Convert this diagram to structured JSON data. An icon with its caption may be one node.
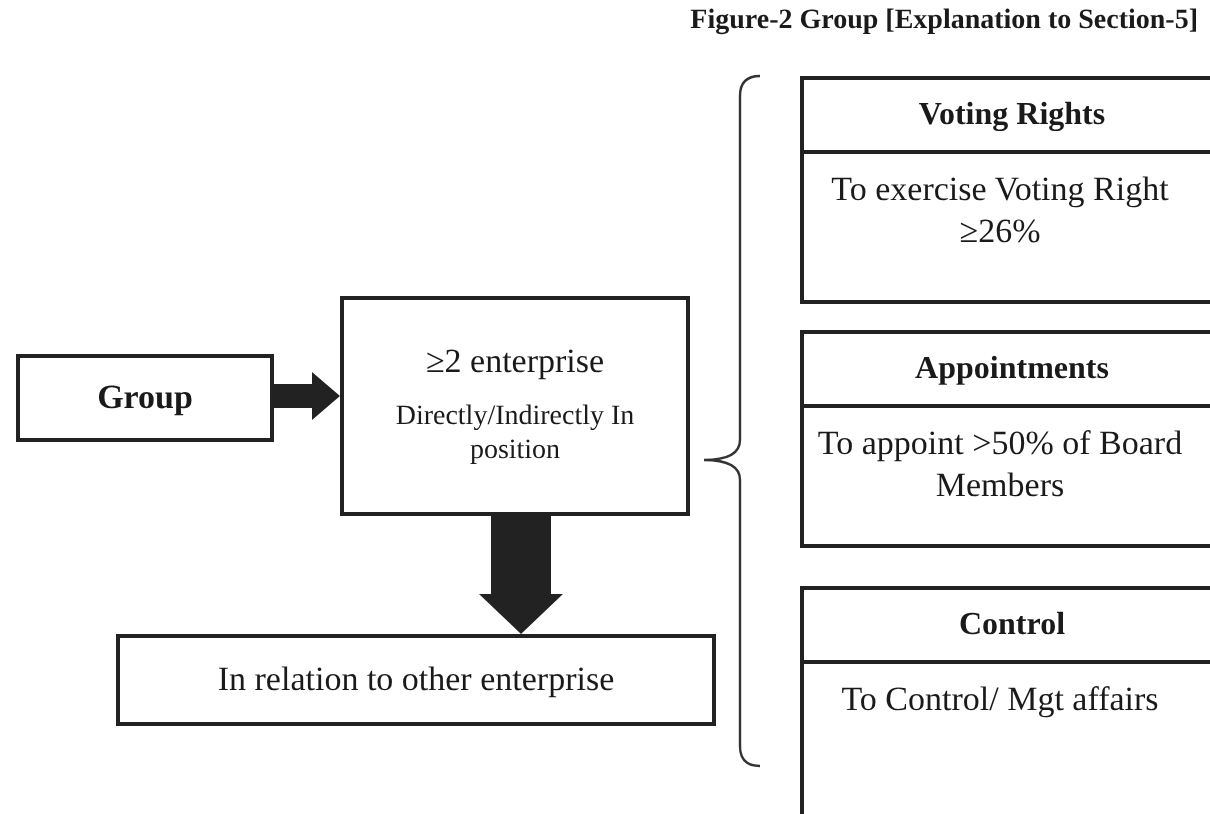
{
  "diagram": {
    "title": "Figure-2 Group [Explanation to Section-5]",
    "nodes": [
      {
        "text": [
          "Group"
        ]
      },
      {
        "text": [
          "≥2 enterprise",
          "Directly/Indirectly In position"
        ]
      },
      {
        "text": [
          "In relation to other enterprise"
        ]
      },
      {
        "text": [
          "Voting Rights",
          "To exercise Voting Right ≥26%"
        ]
      },
      {
        "text": [
          "Appointments",
          "To appoint >50% of Board Members"
        ]
      },
      {
        "text": [
          "Control",
          "To Control/ Mgt affairs"
        ]
      }
    ],
    "edges": [
      {
        "from": 0,
        "to": 1,
        "arrow": "to",
        "style": "thick"
      },
      {
        "from": 1,
        "to": 2,
        "arrow": "to",
        "style": "thick"
      }
    ]
  }
}
